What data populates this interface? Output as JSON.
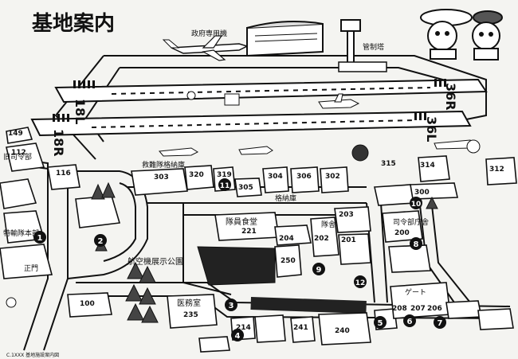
{
  "title": "基地案内",
  "labels": {
    "gov_plane": "政府専用機",
    "control_tower": "管制塔",
    "rescue": "救難隊格納庫",
    "hangar": "格納庫",
    "fm_hq": "特輸隊本部",
    "old_hq": "旧司令部",
    "aerial_park": "航空機展示公園",
    "medical": "医務室",
    "canteen": "隊員食堂",
    "hq_building": "司令部庁舎",
    "entrance": "正門",
    "gate_left": "ゲート",
    "barracks": "隊舎",
    "runway_l": "18L",
    "runway_r": "36R",
    "runway_l2": "18R",
    "runway_r2": "36L",
    "footer": "C.1XXX 基地施設案内図"
  },
  "buildings": {
    "b149": "149",
    "b112": "112",
    "b116": "116",
    "b303": "303",
    "b320": "320",
    "b319": "319",
    "b305": "305",
    "b304": "304",
    "b306": "306",
    "b302": "302",
    "b315": "315",
    "b314": "314",
    "b312": "312",
    "b300": "300",
    "b221": "221",
    "b204": "204",
    "b203": "203",
    "b202": "202",
    "b201": "201",
    "b200": "200",
    "b250": "250",
    "b100": "100",
    "b235": "235",
    "b214": "214",
    "b241": "241",
    "b240": "240",
    "b208": "208",
    "b207": "207",
    "b206": "206"
  },
  "markers": [
    "1",
    "2",
    "3",
    "4",
    "5",
    "6",
    "7",
    "8",
    "9",
    "10",
    "11",
    "12"
  ]
}
